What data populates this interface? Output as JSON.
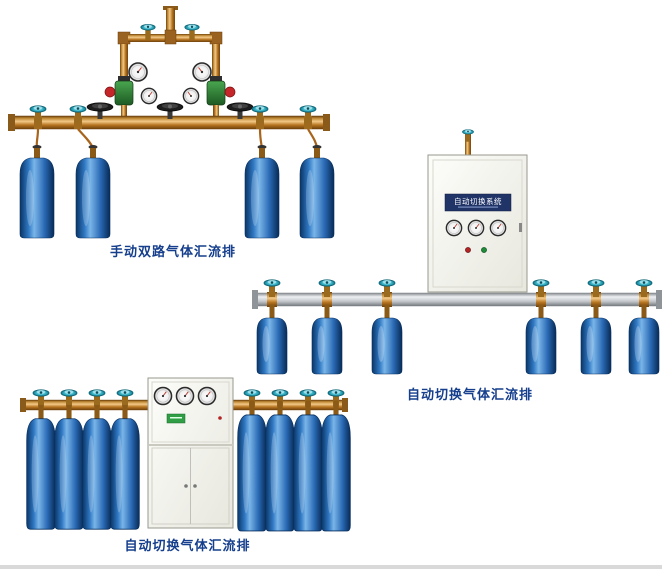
{
  "page": {
    "background": "#ffffff"
  },
  "products": [
    {
      "id": "manual-dual-manifold",
      "caption": "手动双路气体汇流排"
    },
    {
      "id": "auto-switch-manifold-wall",
      "caption": "自动切换气体汇流排",
      "cabinet_label": "自动切换系统"
    },
    {
      "id": "auto-switch-manifold-floor",
      "caption": "自动切换气体汇流排"
    }
  ],
  "colors": {
    "caption_text": "#153e8c",
    "brass_pipe": "#b5731f",
    "cylinder_blue": "#2a6ab5",
    "valve_cap_teal": "#35b1c6",
    "aluminum_pipe": "#c2c6cb",
    "cabinet_body": "#f2f2ec",
    "cabinet_plate": "#203468"
  }
}
